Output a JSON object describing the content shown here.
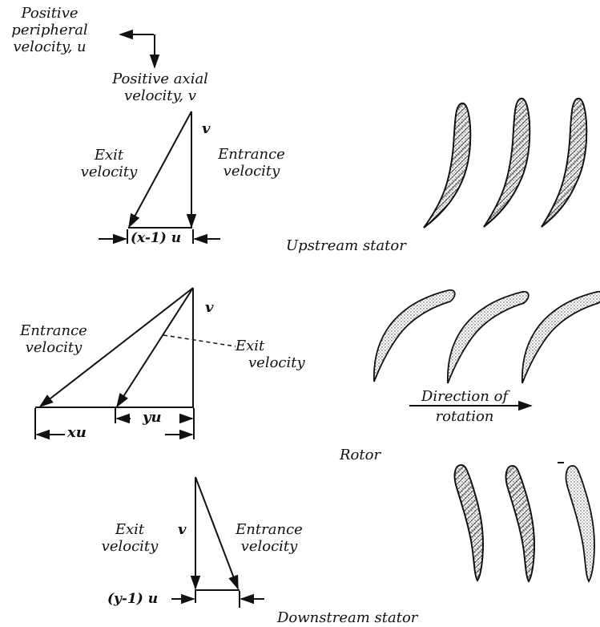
{
  "convention": {
    "peripheral": "Positive peripheral velocity, u",
    "peripheral_l1": "Positive",
    "peripheral_l2": "peripheral",
    "peripheral_l3": "velocity, u",
    "axial_l1": "Positive axial",
    "axial_l2": "velocity, v"
  },
  "upstream_stator": {
    "title": "Upstream stator",
    "v_label": "v",
    "exit_l1": "Exit",
    "exit_l2": "velocity",
    "entrance_l1": "Entrance",
    "entrance_l2": "velocity",
    "dimension": "(x-1) u"
  },
  "rotor": {
    "title": "Rotor",
    "v_label": "v",
    "entrance_l1": "Entrance",
    "entrance_l2": "velocity",
    "exit_l1": "Exit",
    "exit_l2": "velocity",
    "dim_yu": "yu",
    "dim_xu": "xu",
    "direction_l1": "Direction of",
    "direction_l2": "rotation"
  },
  "downstream_stator": {
    "title": "Downstream stator",
    "v_label": "v",
    "exit_l1": "Exit",
    "exit_l2": "velocity",
    "entrance_l1": "Entrance",
    "entrance_l2": "velocity",
    "dimension": "(y-1) u"
  }
}
